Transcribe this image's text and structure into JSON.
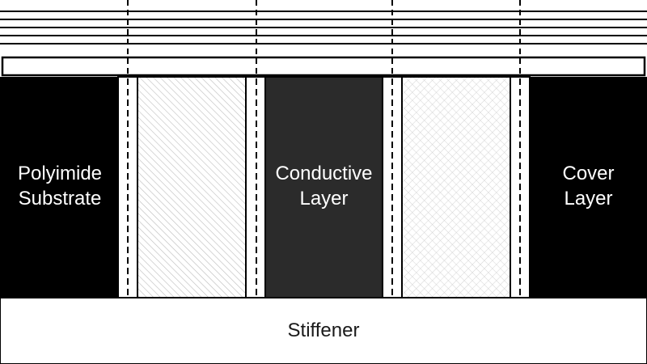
{
  "diagram": {
    "title": "",
    "layers": {
      "polyimide_substrate": {
        "line1": "Polyimide",
        "line2": "Substrate",
        "fill": "#000000"
      },
      "conductive_layer": {
        "line1": "Conductive",
        "line2": "Layer",
        "fill": "#2b2b2b"
      },
      "cover_layer": {
        "line1": "Cover",
        "line2": "Layer",
        "fill": "#000000"
      },
      "stiffener": {
        "label": "Stiffener",
        "fill": "#ffffff"
      }
    },
    "hatch_panels": [
      {
        "pattern": "diagonal-hatch"
      },
      {
        "pattern": "crosshatch"
      }
    ],
    "colors": {
      "outline": "#000000",
      "background": "#ffffff",
      "hatch_lines": "#bdbdbd"
    }
  }
}
